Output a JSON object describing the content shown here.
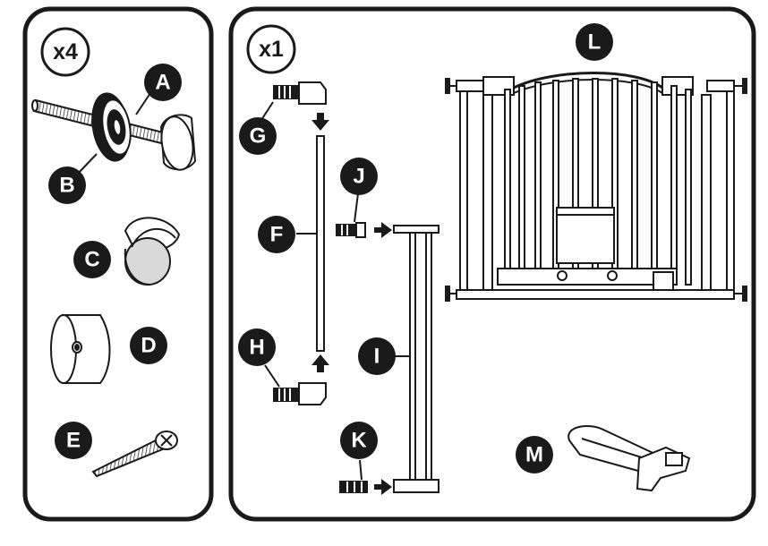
{
  "panels": [
    {
      "quantity": "x4",
      "parts": [
        "A",
        "B",
        "C",
        "D",
        "E"
      ]
    },
    {
      "quantity": "x1",
      "parts": [
        "F",
        "G",
        "H",
        "I",
        "J",
        "K",
        "L",
        "M"
      ]
    }
  ],
  "labels": {
    "A": "A",
    "B": "B",
    "C": "C",
    "D": "D",
    "E": "E",
    "F": "F",
    "G": "G",
    "H": "H",
    "I": "I",
    "J": "J",
    "K": "K",
    "L": "L",
    "M": "M"
  },
  "colors": {
    "outline": "#1a1a1a",
    "badge": "#1a1a1a",
    "part_fill": "#ffffff",
    "shade": "#d9d9d9"
  }
}
